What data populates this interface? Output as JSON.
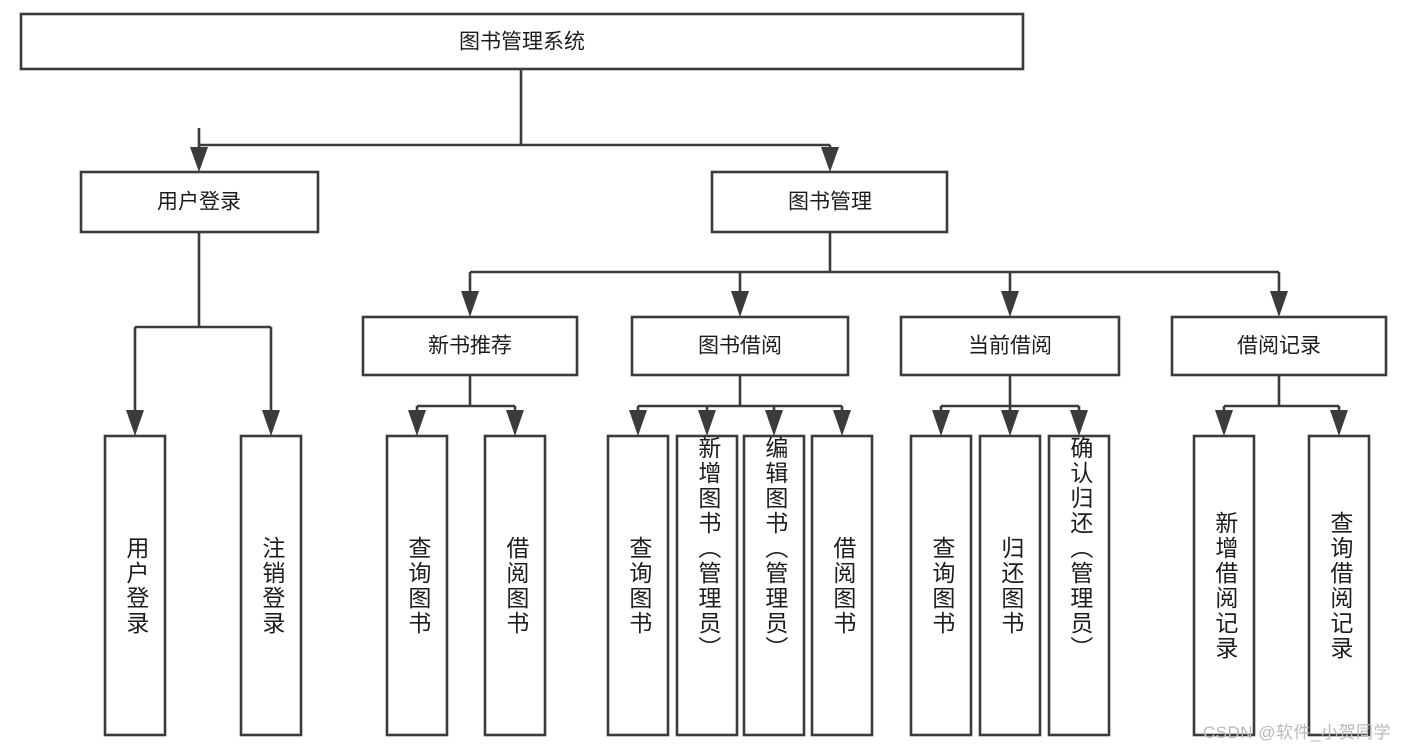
{
  "diagram": {
    "type": "tree-hierarchy",
    "title": "图书管理系统",
    "root": {
      "id": "root",
      "label": "图书管理系统"
    },
    "level2": [
      {
        "id": "user-login",
        "label": "用户登录"
      },
      {
        "id": "book-manage",
        "label": "图书管理"
      }
    ],
    "level3": [
      {
        "id": "new-book-recommend",
        "label": "新书推荐",
        "parent": "book-manage"
      },
      {
        "id": "book-borrow",
        "label": "图书借阅",
        "parent": "book-manage"
      },
      {
        "id": "current-borrow",
        "label": "当前借阅",
        "parent": "book-manage"
      },
      {
        "id": "borrow-record",
        "label": "借阅记录",
        "parent": "book-manage"
      }
    ],
    "leaves": [
      {
        "id": "leaf-user-login",
        "label": "用户登录",
        "parent": "user-login"
      },
      {
        "id": "leaf-logout-login",
        "label": "注销登录",
        "parent": "user-login"
      },
      {
        "id": "leaf-query-book-1",
        "label": "查询图书",
        "parent": "new-book-recommend"
      },
      {
        "id": "leaf-borrow-book-1",
        "label": "借阅图书",
        "parent": "new-book-recommend"
      },
      {
        "id": "leaf-query-book-2",
        "label": "查询图书",
        "parent": "book-borrow"
      },
      {
        "id": "leaf-add-book",
        "label": "新增图书（管理员）",
        "parent": "book-borrow"
      },
      {
        "id": "leaf-edit-book",
        "label": "编辑图书（管理员）",
        "parent": "book-borrow"
      },
      {
        "id": "leaf-borrow-book-2",
        "label": "借阅图书",
        "parent": "book-borrow"
      },
      {
        "id": "leaf-query-book-3",
        "label": "查询图书",
        "parent": "current-borrow"
      },
      {
        "id": "leaf-return-book",
        "label": "归还图书",
        "parent": "current-borrow"
      },
      {
        "id": "leaf-confirm-return",
        "label": "确认归还（管理员）",
        "parent": "current-borrow"
      },
      {
        "id": "leaf-add-record",
        "label": "新增借阅记录",
        "parent": "borrow-record"
      },
      {
        "id": "leaf-query-record",
        "label": "查询借阅记录",
        "parent": "borrow-record"
      }
    ],
    "watermark": "CSDN @软件_小贺同学",
    "colors": {
      "stroke": "#3b3b3b",
      "box_fill": "#ffffff",
      "text": "#1d1d1d",
      "background": "#ffffff",
      "watermark": "#b9b9b9"
    }
  }
}
